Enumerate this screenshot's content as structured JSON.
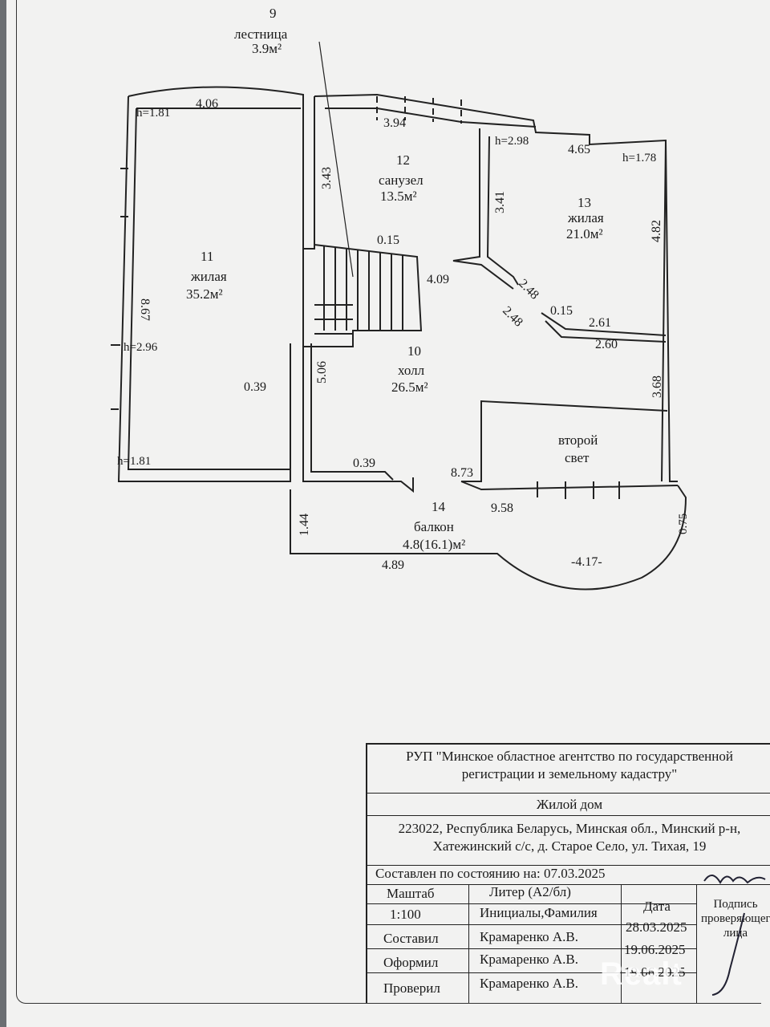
{
  "plan": {
    "staircase_number": "9",
    "staircase_name": "лестница",
    "staircase_area": "3.9м²",
    "rooms": [
      {
        "number": "11",
        "name": "жилая",
        "area": "35.2м²"
      },
      {
        "number": "12",
        "name": "санузел",
        "area": "13.5м²"
      },
      {
        "number": "13",
        "name": "жилая",
        "area": "21.0м²"
      },
      {
        "number": "10",
        "name": "холл",
        "area": "26.5м²"
      },
      {
        "number": "14",
        "name": "балкон",
        "area": "4.8(16.1)м²"
      }
    ],
    "second_light": [
      "второй",
      "свет"
    ],
    "dims": {
      "d406": "4.06",
      "h181a": "h=1.81",
      "d394": "3.94",
      "h298": "h=2.98",
      "d465": "4.65",
      "h178": "h=1.78",
      "d343": "3.43",
      "d341": "3.41",
      "d482": "4.82",
      "d015a": "0.15",
      "d409": "4.09",
      "d867": "8.67",
      "d248a": "2.48",
      "d248b": "2.48",
      "d015b": "0.15",
      "d261": "2.61",
      "d260": "2.60",
      "h296": "h=2.96",
      "d506": "5.06",
      "d039a": "0.39",
      "d368": "3.68",
      "h181b": "h=1.81",
      "d039b": "0.39",
      "d873": "8.73",
      "d958": "9.58",
      "d144": "1.44",
      "d075": "0.75",
      "d489": "4.89",
      "d417": "-4.17-"
    }
  },
  "stamp": {
    "org": "РУП \"Минское областное агентство по государственной",
    "org2": "регистрации и земельному кадастру\"",
    "object": "Жилой дом",
    "address1": "223022, Республика Беларусь, Минская обл., Минский р-н,",
    "address2": "Хатежинский с/с, д. Старое Село, ул. Тихая, 19",
    "state_as_of": "Составлен по состоянию на: 07.03.2025",
    "scale_label": "Маштаб",
    "scale_value": "1:100",
    "liter": "Литер (А2/бл)",
    "initials_label": "Инициалы,Фамилия",
    "date_label": "Дата",
    "sign_label": "Подпись проверяющего лица",
    "rows": [
      {
        "role": "Составил",
        "name": "Крамаренко А.В.",
        "date": "28.03.2025"
      },
      {
        "role": "Оформил",
        "name": "Крамаренко А.В.",
        "date": "19.06.2025"
      },
      {
        "role": "Проверил",
        "name": "Крамаренко А.В.",
        "date": "19.06.2025"
      }
    ]
  },
  "watermark": "Realt"
}
